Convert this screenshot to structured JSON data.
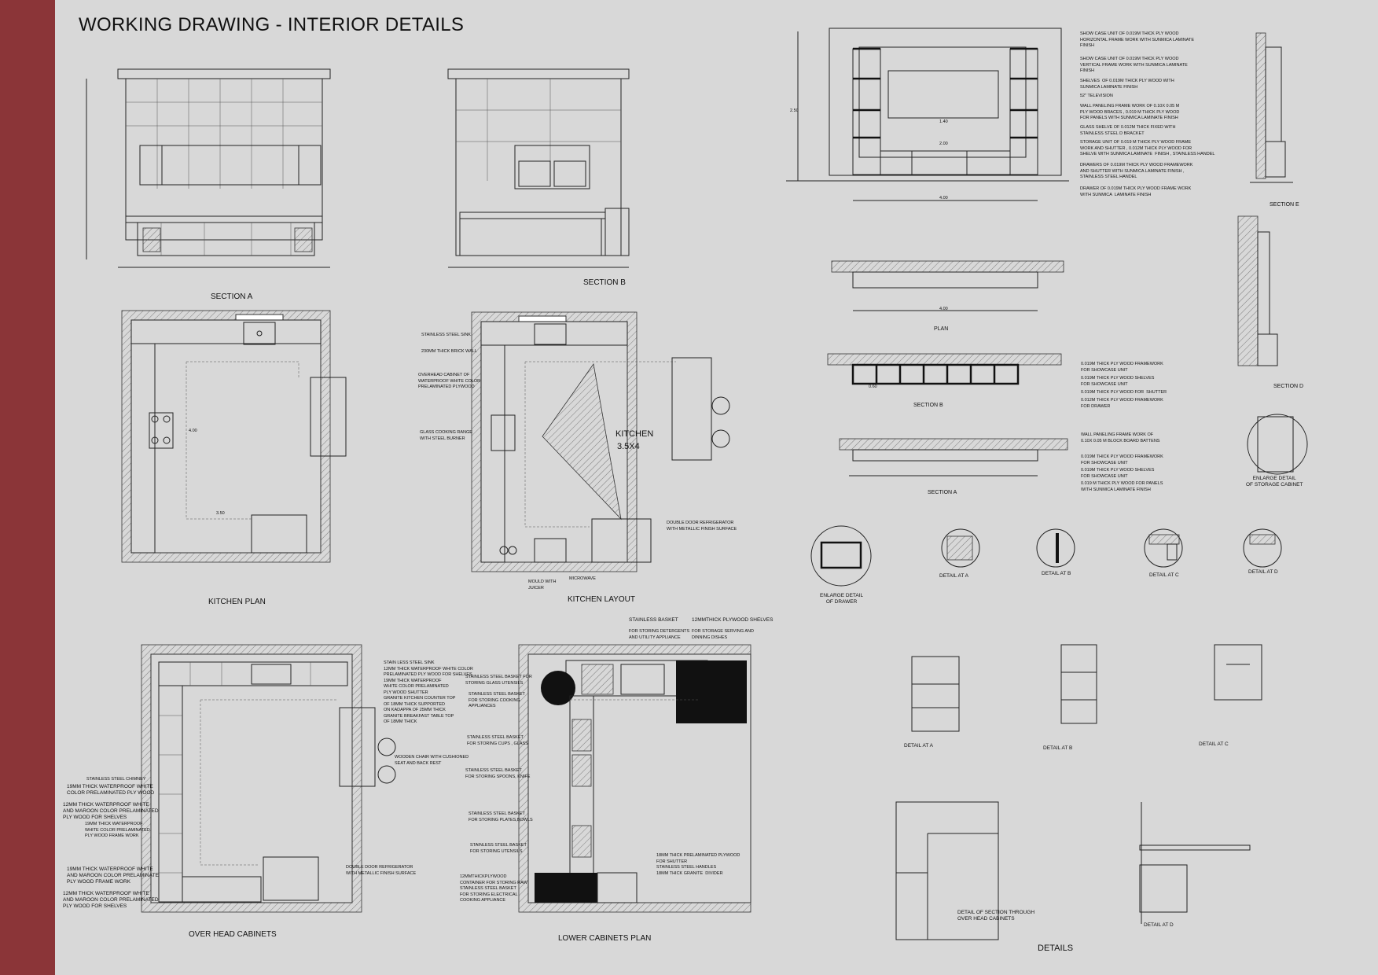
{
  "title": "WORKING DRAWING - INTERIOR DETAILS",
  "colors": {
    "sidebar": "#8b3538",
    "background": "#d8d8d8",
    "linework": "#222222"
  },
  "drawings": {
    "section_a": "SECTION A",
    "section_b": "SECTION B",
    "kitchen_plan": "KITCHEN PLAN",
    "kitchen_layout": "KITCHEN LAYOUT",
    "kitchen_room": "KITCHEN",
    "kitchen_size": "3.5X4",
    "overhead_cabinets": "OVER HEAD CABINETS",
    "lower_cabinets": "LOWER CABINETS   PLAN",
    "tv_plan": "PLAN",
    "tv_section_b": "SECTION B",
    "tv_section_a": "SECTION A",
    "section_e": "SECTION E",
    "section_d": "SECTION D",
    "enlarge_storage": "ENLARGE DETAIL\nOF STORAGE CABINET",
    "enlarge_drawer": "ENLARGE DETAIL\nOF DRAWER",
    "detail_a": "DETAIL AT A",
    "detail_b": "DETAIL AT B",
    "detail_c": "DETAIL AT C",
    "detail_d": "DETAIL AT D",
    "detail_a2": "DETAIL AT A",
    "detail_b2": "DETAIL AT B",
    "detail_c2": "DETAIL AT C",
    "detail_overhead": "DETAIL OF SECTION THROUGH\nOVER HEAD CABINETS",
    "detail_d2": "DETAIL AT D",
    "details": "DETAILS"
  },
  "tv_notes": [
    "SHOW CASE UNIT OF 0.019M THICK PLY WOOD\nHORIZONTAL FRAME WORK WITH SUNMICA LAMINATE\nFINISH",
    "SHOW CASE UNIT OF 0.019M THICK PLY WOOD\nVERTICAL FRAME WORK WITH SUNMICA LAMINATE\nFINISH",
    "SHELVES  OF 0.019M THICK PLY WOOD WITH\nSUNMICA LAMINATE FINISH",
    "52\" TELEVISION",
    "WALL PANELING FRAME WORK OF 0.10X 0.05 M\nPLY WOOD BRACES , 0.019 M THICK PLY WOOD\nFOR PANELS WITH SUNMICA LAMINATE FINISH",
    "GLASS SHELVE OF 0.012M THICK FIXED WITH\nSTAINLESS STEEL D BRACKET",
    "STORAGE UNIT OF 0.019 M THICK PLY WOOD FRAME\nWORK AND SHUTTER , 0.012M THICK PLY WOOD FOR\nSHELVE WITH SUNMICA LAMINATE  FINISH , STAINLESS HANDEL",
    "DRAWERS OF 0.019M THICK PLY WOOD FRAMEWORK\nAND SHUTTER WITH SUNMICA LAMINATE FINISH ,\nSTAINLESS STEEL HANDEL",
    "DRAWER OF 0.019M THICK PLY WOOD FRAME WORK\nWITH SUNMICA  LAMINATE FINISH"
  ],
  "section_b_notes": [
    "0.019M THICK PLY WOOD FRAMEWORK\nFOR SHOWCASE UNIT",
    "0.019M THICK PLY WOOD SHELVES\nFOR SHOWCASE UNIT",
    "0.019M THICK PLY WOOD FOR  SHUTTER",
    "0.012M THICK PLY WOOD FRAMEWORK\nFOR DRAWER"
  ],
  "section_a_notes": [
    "WALL PANELING FRAME WORK OF\n0.10X 0.05 M BLOCK BOARD BATTENS",
    "0.019M THICK PLY WOOD FRAMEWORK\nFOR SHOWCASE UNIT",
    "0.019M THICK PLY WOOD SHELVES\nFOR SHOWCASE UNIT",
    "0.019 M THICK PLY WOOD FOR PANELS\nWITH SUNMICA LAMINATE FINISH"
  ],
  "kitchen_layout_text": {
    "kitchen": "KITCHEN",
    "notes": [
      "STAINLESS STEEL SINK",
      "230MM THICK BRICK WALL",
      "OVERHEAD CABINET OF\nWATERPROOF WHITE COLOR\nPRELAMINATED PLYWOOD",
      "GLASS COOKING RANGE\nWITH STEEL BURNER",
      "DOUBLE DOOR REFRIGERATOR\nWITH METALLIC FINISH SURFACE",
      "MOULD WITH\nJUICER",
      "MICROWAVE"
    ]
  },
  "upper_cab_labels": {
    "a": "STAINLESS BASKET",
    "a_sub": "FOR STORING DETERGENTS\nAND UTILITY APPLIANCE",
    "b": "12MMTHICK PLYWOOD SHELVES",
    "b_sub": "FOR STORAGE SERVING AND\nDINNING DISHES"
  },
  "left_notes": [
    "STAINLESS STEEL CHIMNEY",
    "19MM THICK WATERPROOF WHITE\nCOLOR PRELAMINATED PLY WOOD",
    "12MM THICK WATERPROOF WHITE\nAND MAROON COLOR PRELAMINATED\nPLY WOOD FOR SHELVES",
    "19MM THICK WATERPROOF\nWHITE COLOR PRELAMINATED\nPLY WOOD FRAME WORK",
    "19MM THICK WATERPROOF WHITE\nAND MAROON COLOR PRELAMINATE\nPLY WOOD FRAME WORK",
    "12MM THICK WATERPROOF WHITE\nAND MAROON COLOR PRELAMINATED\nPLY WOOD FOR SHELVES"
  ],
  "lower_notes": [
    "STAINLESS STEEL BASKET FOR\nSTORING GLASS UTENSILS",
    "STAINLESS STEEL BASKET\nFOR STORING COOKING\nAPPLIANCES",
    "STAINLESS STEEL BASKET\nFOR STORING CUPS , GLASS",
    "STAINLESS STEEL BASKET\nFOR STORING SPOONS, KNIFE",
    "STAINLESS STEEL BASKET\nFOR STORING PLATES,BOWLS",
    "STAINLESS STEEL BASKET\nFOR STORING UTENSILS",
    "12MMTHICKPLYWOOD\nCONTAINER FOR STORING RAW\nSTAINLESS STEEL BASKET\nFOR STORING ELECTRICAL\nCOOKING APPLIANCE",
    "18MM THICK PRELAMINATED PLYWOOD\nFOR SHUTTER\nSTAINLESS STEEL HANDLES\n18MM THICK GRANITE  DIVIDER"
  ],
  "overhead_notes": [
    "STAIN LESS STEEL SINK\n12MM THICK WATERPROOF WHITE COLOR\nPRELAMINATED PLY WOOD FOR SHELVES\n19MM THICK WATERPROOF\nWHITE COLOR PRELAMINATED\nPLY WOOD SHUTTER\nGRANITE KITCHEN COUNTER TOP\nOF 18MM THICK SUPPORTED\nON KADAPPA OF 25MM THICK\nGRANITE BREAKFAST TABLE TOP\nOF 18MM THICK",
    "WOODEN CHAIR WITH CUSHIONED\nSEAT AND BACK REST",
    "DOUBLE DOOR REFRIGERATOR\nWITH METALLIC FINISH SURFACE"
  ],
  "dimensions": {
    "tv_total": "4.00",
    "tv_mid": "2.00",
    "tv_tv": "1.40",
    "tv_height": "2.50",
    "plan_total": "4.00",
    "module": "0.60",
    "kitchen_plan_w": "3.50",
    "kitchen_plan_d": "4.00"
  }
}
